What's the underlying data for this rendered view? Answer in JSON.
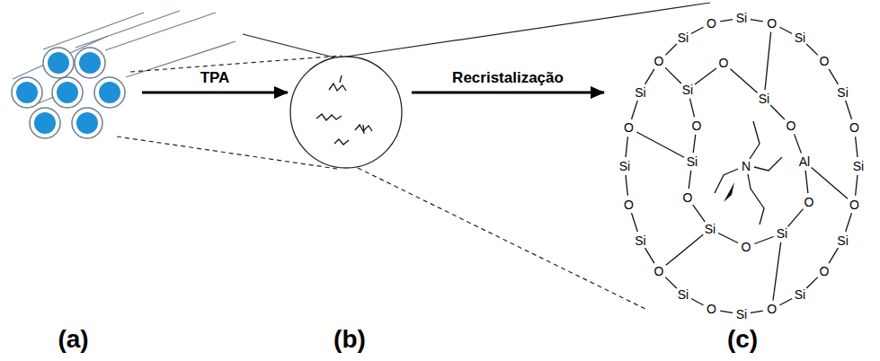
{
  "diagram": {
    "nodes": [
      {
        "text": [
          "(a)"
        ]
      },
      {
        "text": [
          "(b)"
        ]
      },
      {
        "text": [
          "(c)"
        ]
      }
    ],
    "edges": [
      {
        "from": 0,
        "to": 1,
        "arrow": "to",
        "label": "TPA"
      },
      {
        "from": 1,
        "to": 2,
        "arrow": "to",
        "label": "Recristalização"
      }
    ],
    "labels": [
      "Si",
      "O",
      "Si",
      "O",
      "Si",
      "O",
      "Si",
      "O",
      "Si",
      "O",
      "Si",
      "O",
      "Si",
      "O",
      "Si",
      "O",
      "Si",
      "O",
      "Si",
      "O",
      "Si",
      "O",
      "Si",
      "O",
      "Si",
      "O",
      "Si",
      "O",
      "Si",
      "O",
      "Si",
      "O",
      "Al",
      "O",
      "Si",
      "O",
      "N"
    ]
  }
}
